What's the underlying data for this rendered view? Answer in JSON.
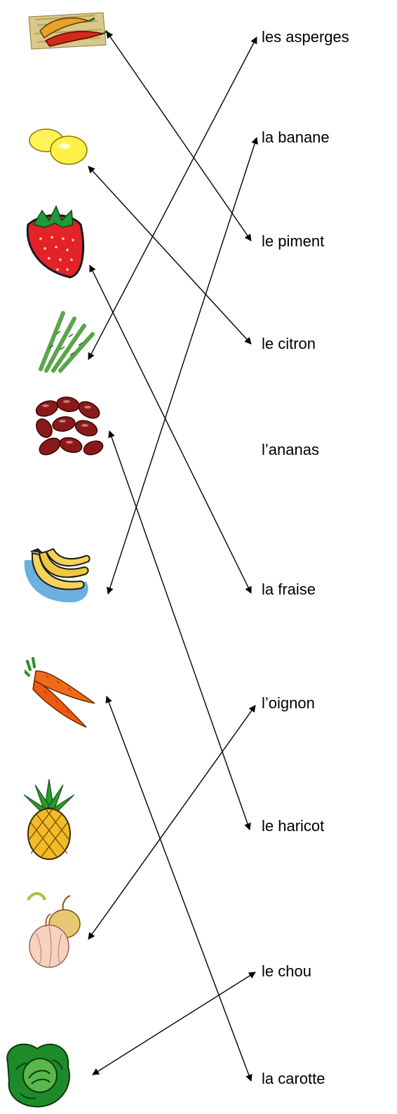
{
  "labels": [
    "les asperges",
    "la banane",
    "le piment",
    "le citron",
    "l’ananas",
    "la fraise",
    "l’oignon",
    "le haricot",
    "le chou",
    "la carotte"
  ],
  "pictures": [
    "chili-peppers-icon",
    "lemons-icon",
    "strawberry-icon",
    "asparagus-icon",
    "kidney-beans-icon",
    "bananas-icon",
    "carrots-icon",
    "pineapple-icon",
    "onions-icon",
    "cabbage-icon"
  ],
  "colors": {
    "line": "#000000",
    "label_text": "#000000"
  }
}
